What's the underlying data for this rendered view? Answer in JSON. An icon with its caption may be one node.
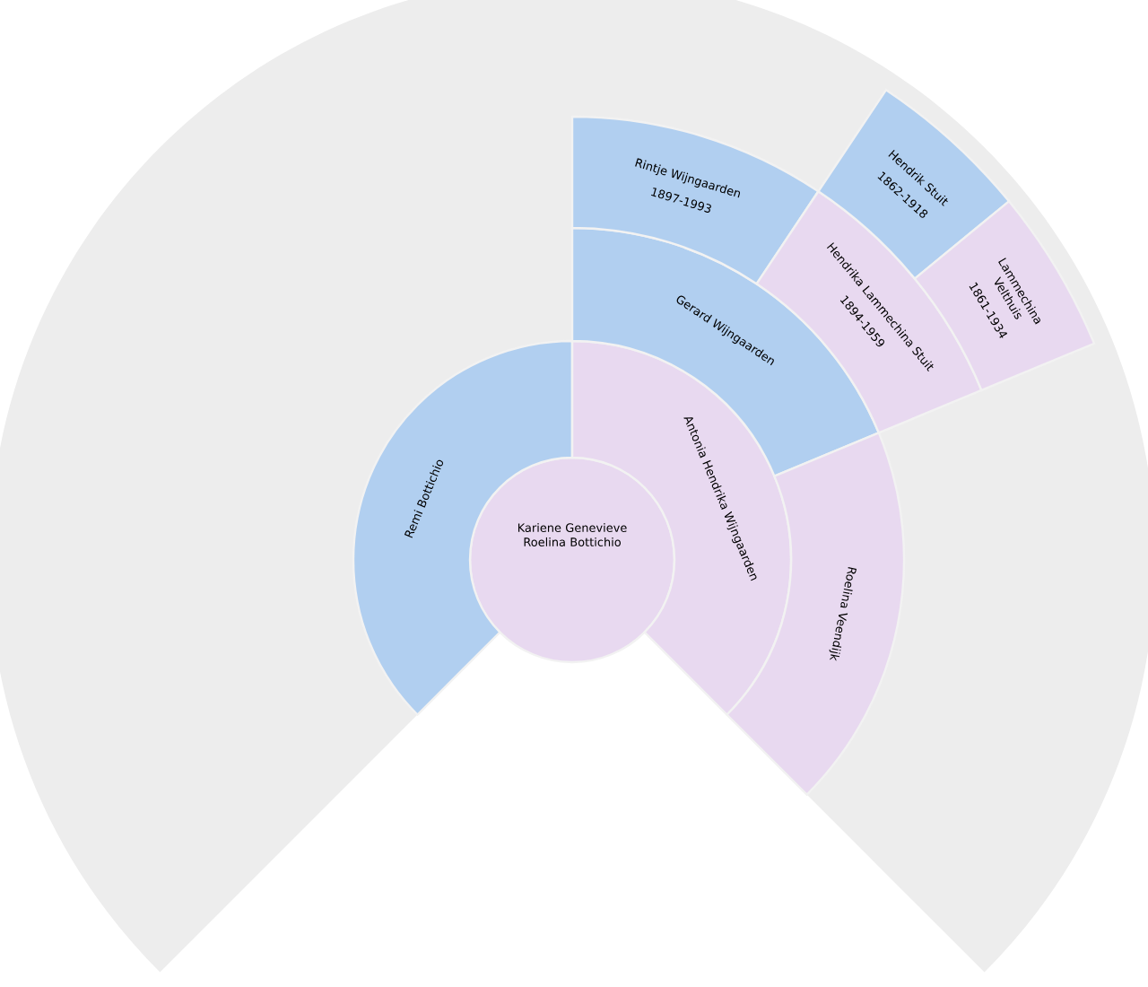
{
  "diagram": {
    "nodes": [
      {
        "text": [
          "Kariene Genevieve Roelina Bottichio"
        ]
      },
      {
        "text": [
          "Remi Bottichio"
        ]
      },
      {
        "text": [
          "Antonia Hendrika Wijngaarden"
        ]
      },
      {
        "text": [
          "Gerard Wijngaarden"
        ]
      },
      {
        "text": [
          "Roelina Veendijk"
        ]
      },
      {
        "text": [
          "Rintje Wijngaarden",
          "1897-1993"
        ]
      },
      {
        "text": [
          "Hendrika Lammechina Stuit",
          "1894-1959"
        ]
      },
      {
        "text": [
          "Hendrik Stuit",
          "1862-1918"
        ]
      },
      {
        "text": [
          "Lammechina Velthuis",
          "1861-1934"
        ]
      }
    ]
  }
}
